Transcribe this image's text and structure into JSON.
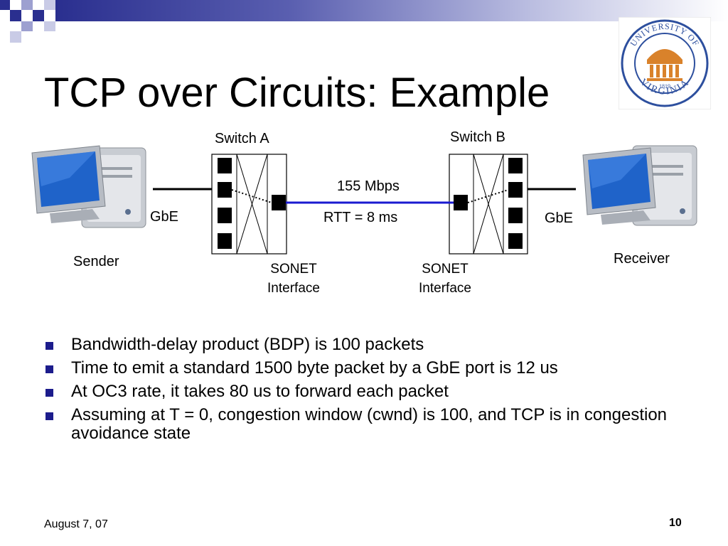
{
  "slide": {
    "title": "TCP over Circuits: Example",
    "footer_date": "August 7, 07",
    "page_number": "10",
    "accent_color": "#1c1c8c"
  },
  "diagram": {
    "switch_a": "Switch A",
    "switch_b": "Switch B",
    "link_rate": "155 Mbps",
    "rtt": "RTT = 8 ms",
    "gbe_left": "GbE",
    "gbe_right": "GbE",
    "sender": "Sender",
    "receiver": "Receiver",
    "sonet_a_line1": "SONET",
    "sonet_a_line2": "Interface",
    "sonet_b_line1": "SONET",
    "sonet_b_line2": "Interface",
    "link_color": "#1a1ad0"
  },
  "logo": {
    "text_top": "UNIVERSITY OF",
    "text_bottom": "VIRGINIA",
    "year": "1819"
  },
  "bullets": [
    "Bandwidth-delay product (BDP) is 100 packets",
    "Time to emit a standard 1500 byte packet by a GbE port is 12 us",
    "At OC3 rate, it takes 80 us to forward each packet",
    "Assuming at T = 0, congestion window (cwnd) is 100, and TCP is in congestion avoidance state"
  ]
}
